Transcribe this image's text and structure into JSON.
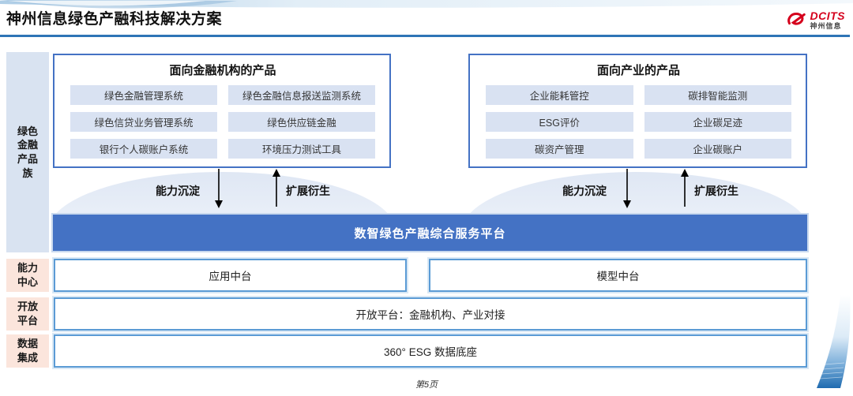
{
  "page": {
    "title": "神州信息绿色产融科技解决方案",
    "page_label": "第5页"
  },
  "logo": {
    "brand": "DCITS",
    "company": "神州信息"
  },
  "sidebar": {
    "product_family": {
      "label": "绿色金融产品族"
    },
    "capability": {
      "label": "能力中心"
    },
    "open_platform": {
      "label": "开放平台"
    },
    "data_integration": {
      "label": "数据集成"
    }
  },
  "product_groups": [
    {
      "title": "面向金融机构的产品",
      "items": [
        "绿色金融管理系统",
        "绿色金融信息报送监测系统",
        "绿色信贷业务管理系统",
        "绿色供应链金融",
        "银行个人碳账户系统",
        "环境压力测试工具"
      ]
    },
    {
      "title": "面向产业的产品",
      "items": [
        "企业能耗管控",
        "碳排智能监测",
        "ESG评价",
        "企业碳足迹",
        "碳资产管理",
        "企业碳账户"
      ]
    }
  ],
  "flow_labels": {
    "down": "能力沉淀",
    "up": "扩展衍生"
  },
  "platform": {
    "label": "数智绿色产融综合服务平台"
  },
  "middle_platforms": [
    "应用中台",
    "模型中台"
  ],
  "open_platform_bar": {
    "label": "开放平台：金融机构、产业对接"
  },
  "data_base_bar": {
    "label": "360° ESG 数据底座"
  },
  "colors": {
    "accent_blue": "#4472c4",
    "rule_blue": "#2e75b6",
    "light_blue_tile": "#d9e2f2",
    "sidebar_blue": "#d9e3f1",
    "sidebar_peach": "#fbe5dc",
    "row_border_blue": "#5b9bd5",
    "logo_red": "#d5001c"
  }
}
